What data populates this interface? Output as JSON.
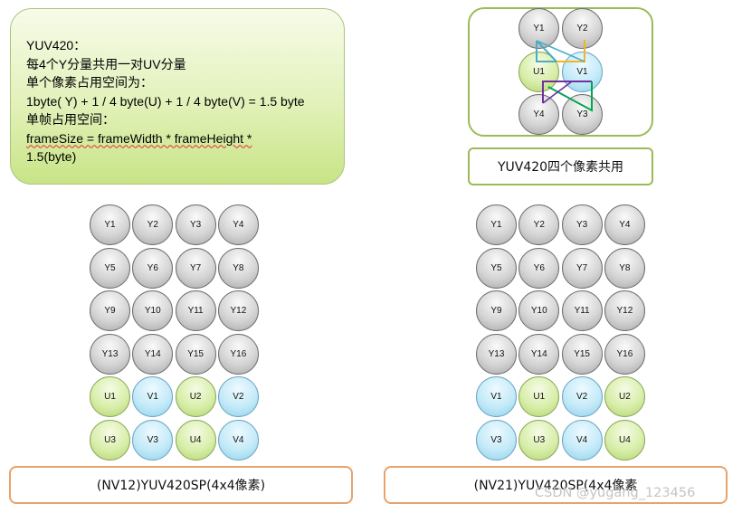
{
  "info": {
    "lines": [
      "YUV420：",
      "每4个Y分量共用一对UV分量",
      "单个像素占用空间为：",
      "1byte( Y) + 1 / 4 byte(U) + 1 / 4 byte(V) = 1.5 byte",
      "单帧占用空间：",
      "frameSize = frameWidth * frameHeight *",
      "1.5(byte)"
    ]
  },
  "mini": {
    "circles": [
      "Y1",
      "Y2",
      "U1",
      "V1",
      "Y4",
      "Y3"
    ],
    "caption": "YUV420四个像素共用",
    "link_colors": {
      "u_links": "#4bacc6",
      "u_links2": "#f5b324",
      "v_links": "#7030a0",
      "v_links2": "#00a651"
    }
  },
  "nv12": {
    "caption": "(NV12)YUV420SP(4x4像素)",
    "rows": [
      [
        "Y1",
        "Y2",
        "Y3",
        "Y4"
      ],
      [
        "Y5",
        "Y6",
        "Y7",
        "Y8"
      ],
      [
        "Y9",
        "Y10",
        "Y11",
        "Y12"
      ],
      [
        "Y13",
        "Y14",
        "Y15",
        "Y16"
      ],
      [
        "U1",
        "V1",
        "U2",
        "V2"
      ],
      [
        "U3",
        "V3",
        "U4",
        "V4"
      ]
    ]
  },
  "nv21": {
    "caption": "(NV21)YUV420SP(4x4像素",
    "rows": [
      [
        "Y1",
        "Y2",
        "Y3",
        "Y4"
      ],
      [
        "Y5",
        "Y6",
        "Y7",
        "Y8"
      ],
      [
        "Y9",
        "Y10",
        "Y11",
        "Y12"
      ],
      [
        "Y13",
        "Y14",
        "Y15",
        "Y16"
      ],
      [
        "V1",
        "U1",
        "V2",
        "U2"
      ],
      [
        "V3",
        "U3",
        "V4",
        "U4"
      ]
    ]
  },
  "watermark": "CSDN @yugang_123456"
}
